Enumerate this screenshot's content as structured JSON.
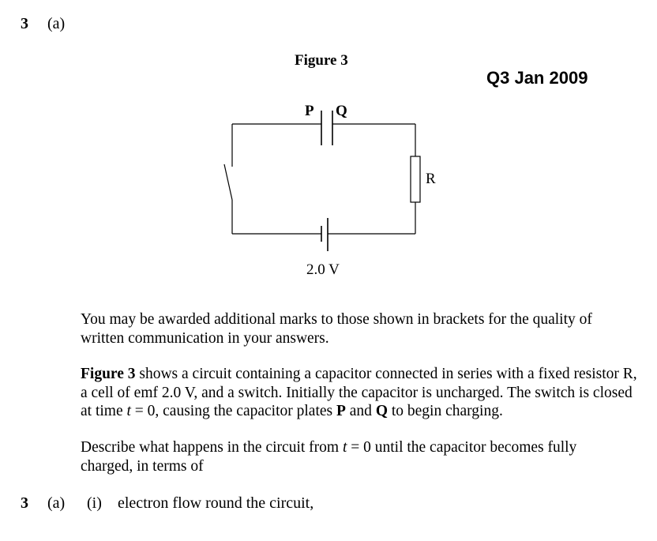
{
  "header": {
    "question_number": "3",
    "part_label": "(a)"
  },
  "figure": {
    "title": "Figure 3",
    "plate_p_label": "P",
    "plate_q_label": "Q",
    "resistor_label": "R",
    "cell_label": "2.0 V"
  },
  "reference_tag": "Q3 Jan 2009",
  "paragraphs": {
    "qwc": "You may be awarded additional marks to those shown in brackets for the quality of written communication in your answers.",
    "intro": {
      "fig_ref": "Figure 3",
      "text1": " shows a circuit containing a capacitor connected in series with a fixed resistor R, a cell of emf 2.0 V, and a switch.  Initially the capacitor is uncharged.  The switch is closed at time ",
      "t1": "t",
      "text2": " = 0, causing the capacitor plates ",
      "p": "P",
      "and": " and ",
      "q": "Q",
      "text3": " to begin charging."
    },
    "describe": {
      "text1": "Describe what happens in the circuit from ",
      "t": "t",
      "text2": " = 0 until the capacitor becomes fully charged, in terms of"
    }
  },
  "subquestion": {
    "number": "3",
    "part": "(a)",
    "sub": "(i)",
    "text": "electron flow round the circuit,"
  }
}
